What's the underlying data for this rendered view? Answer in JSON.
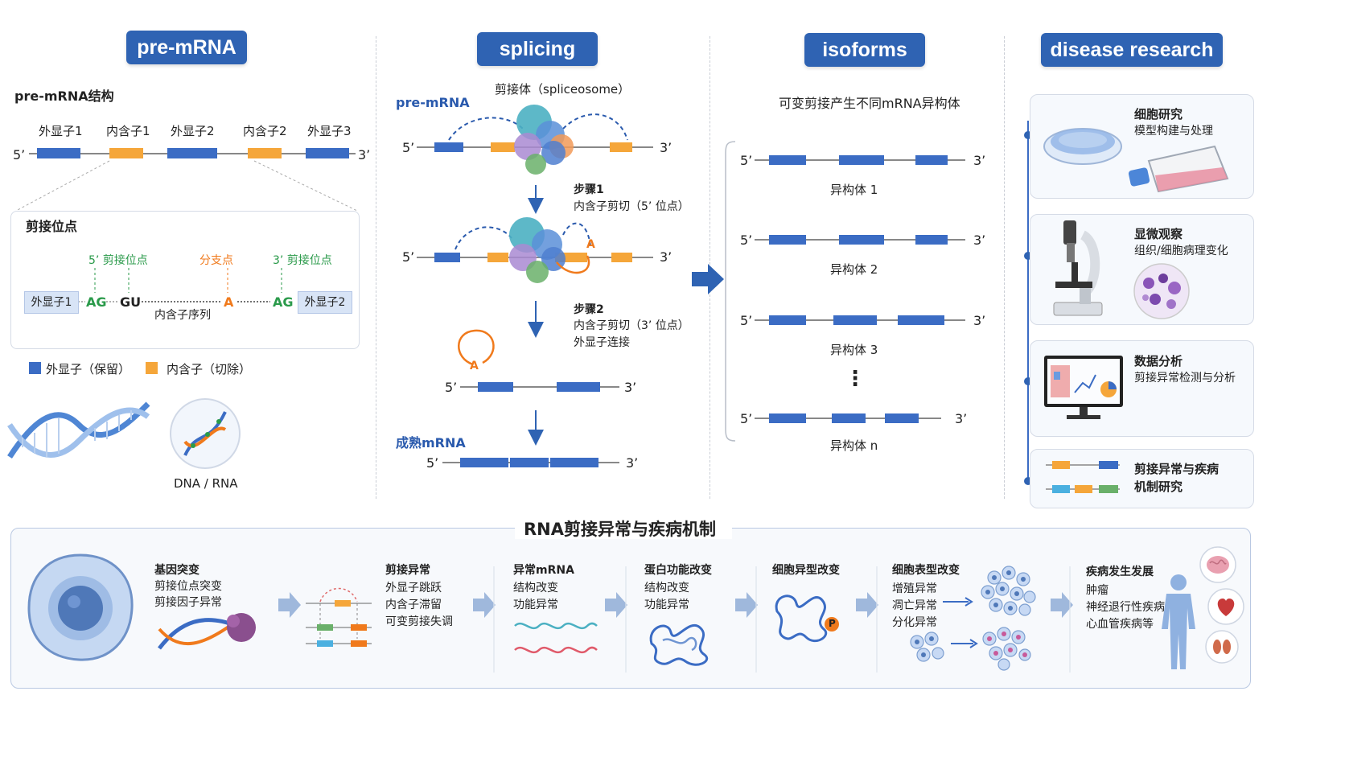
{
  "headers": {
    "premrna": "pre-mRNA",
    "splicing": "splicing",
    "isoforms": "isoforms",
    "disease": "disease research"
  },
  "premrna": {
    "structure_title": "pre-mRNA结构",
    "labels": [
      "外显子1",
      "内含子1",
      "外显子2",
      "内含子2",
      "外显子3"
    ],
    "five_prime": "5’",
    "three_prime": "3’",
    "splice_site_title": "剪接位点",
    "site5": "5’ 剪接位点",
    "branch": "分支点",
    "site3": "3’ 剪接位点",
    "exon1": "外显子1",
    "exon2": "外显子2",
    "ag": "AG",
    "gu": "GU",
    "a": "A",
    "intron_seq": "内含子序列",
    "legend_exon": "外显子（保留）",
    "legend_intron": "内含子（切除）",
    "dna_rna": "DNA / RNA"
  },
  "splicing": {
    "spliceosome": "剪接体（spliceosome）",
    "premrna_label": "pre-mRNA",
    "step1_title": "步骤1",
    "step1_desc": "内含子剪切（5’ 位点）",
    "step2_title": "步骤2",
    "step2_desc1": "内含子剪切（3’ 位点）",
    "step2_desc2": "外显子连接",
    "lariat_a": "A",
    "mature": "成熟mRNA",
    "five_prime": "5’",
    "three_prime": "3’"
  },
  "isoforms": {
    "title": "可变剪接产生不同mRNA异构体",
    "items": [
      "异构体 1",
      "异构体 2",
      "异构体 3",
      "异构体 n"
    ],
    "ellipsis": "⋮",
    "five_prime": "5’",
    "three_prime": "3’"
  },
  "disease": {
    "cards": [
      {
        "title": "细胞研究",
        "desc": "模型构建与处理"
      },
      {
        "title": "显微观察",
        "desc": "组织/细胞病理变化"
      },
      {
        "title": "数据分析",
        "desc": "剪接异常检测与分析"
      },
      {
        "title": "剪接异常与疾病",
        "desc": "机制研究"
      }
    ]
  },
  "bottom": {
    "title": "RNA剪接异常与疾病机制",
    "steps": [
      {
        "title": "基因突变",
        "lines": [
          "剪接位点突变",
          "剪接因子异常"
        ]
      },
      {
        "title": "剪接异常",
        "lines": [
          "外显子跳跃",
          "内含子滞留",
          "可变剪接失调"
        ]
      },
      {
        "title": "异常mRNA",
        "lines": [
          "结构改变",
          "功能异常"
        ]
      },
      {
        "title": "蛋白功能改变",
        "lines": [
          "结构改变",
          "功能异常"
        ]
      },
      {
        "title": "细胞异型改变",
        "lines": []
      },
      {
        "title": "细胞表型改变",
        "lines": [
          "增殖异常",
          "凋亡异常",
          "分化异常"
        ]
      },
      {
        "title": "疾病发生发展",
        "lines": [
          "肿瘤",
          "神经退行性疾病",
          "心血管疾病等"
        ]
      }
    ],
    "p_label": "P"
  },
  "colors": {
    "header": "#2f63b3",
    "exon": "#3b6cc4",
    "intron": "#f5a63a",
    "green": "#2a9a4a",
    "orange": "#f07a1c"
  }
}
